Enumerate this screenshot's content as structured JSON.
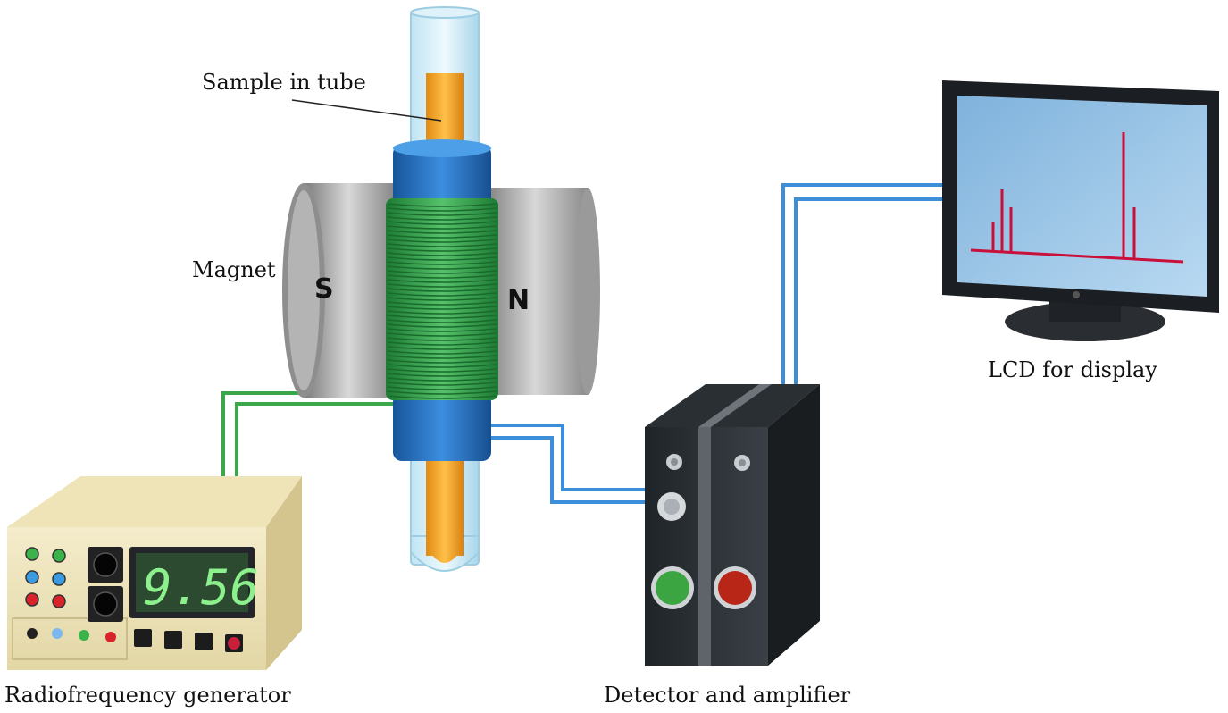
{
  "labels": {
    "sample": "Sample in tube",
    "magnet": "Magnet",
    "lcd": "LCD for display",
    "rf": "Radiofrequency generator",
    "detector": "Detector and amplifier"
  },
  "magnet": {
    "south_pole": "S",
    "north_pole": "N"
  },
  "rf_generator": {
    "readout": "9.56"
  },
  "colors": {
    "coil": "#2fa046",
    "rf_wire": "#3aa84a",
    "signal_wire": "#3c8ed8",
    "sample": "#f0a020",
    "spectrum": "#c8103a",
    "lcd_screen": "#9fc6e6",
    "display_digits": "#8cf08c"
  }
}
